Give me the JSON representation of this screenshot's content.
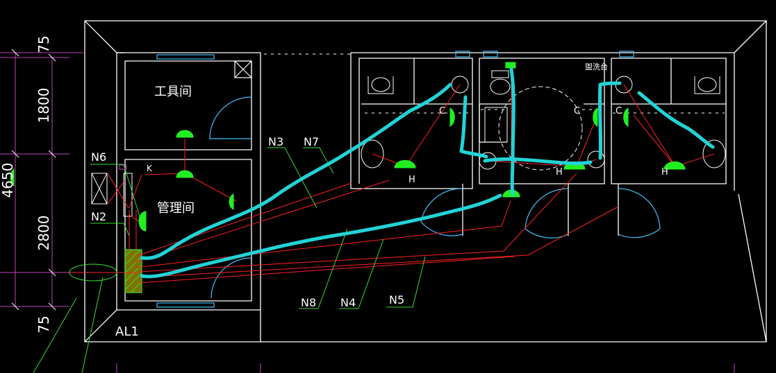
{
  "drawing": {
    "rooms": {
      "tool_room": "工具间",
      "management_room": "管理间",
      "side_note": "盥洗台"
    },
    "dimensions": {
      "top": "75",
      "upper": "1800",
      "total": "4650",
      "lower": "2800",
      "bottom": "75"
    },
    "panel": "AL1",
    "circuits": {
      "n1": "N6",
      "n2": "N2",
      "n3": "N3",
      "n4": "N7",
      "n5": "N8",
      "n6": "N4",
      "n7": "N5"
    },
    "fixture_marks": {
      "k": "K",
      "c1": "C",
      "c2": "C",
      "c3": "C",
      "h1": "H",
      "h2": "H",
      "h3": "H"
    }
  },
  "colors": {
    "background": "#000000",
    "wall": "#ffffff",
    "wiring": "#ff2020",
    "leader": "#33dd33",
    "fixture": "#22ee22",
    "highlight": "#22d3d6",
    "dimension": "#c040c0",
    "window": "#40c0ff"
  }
}
